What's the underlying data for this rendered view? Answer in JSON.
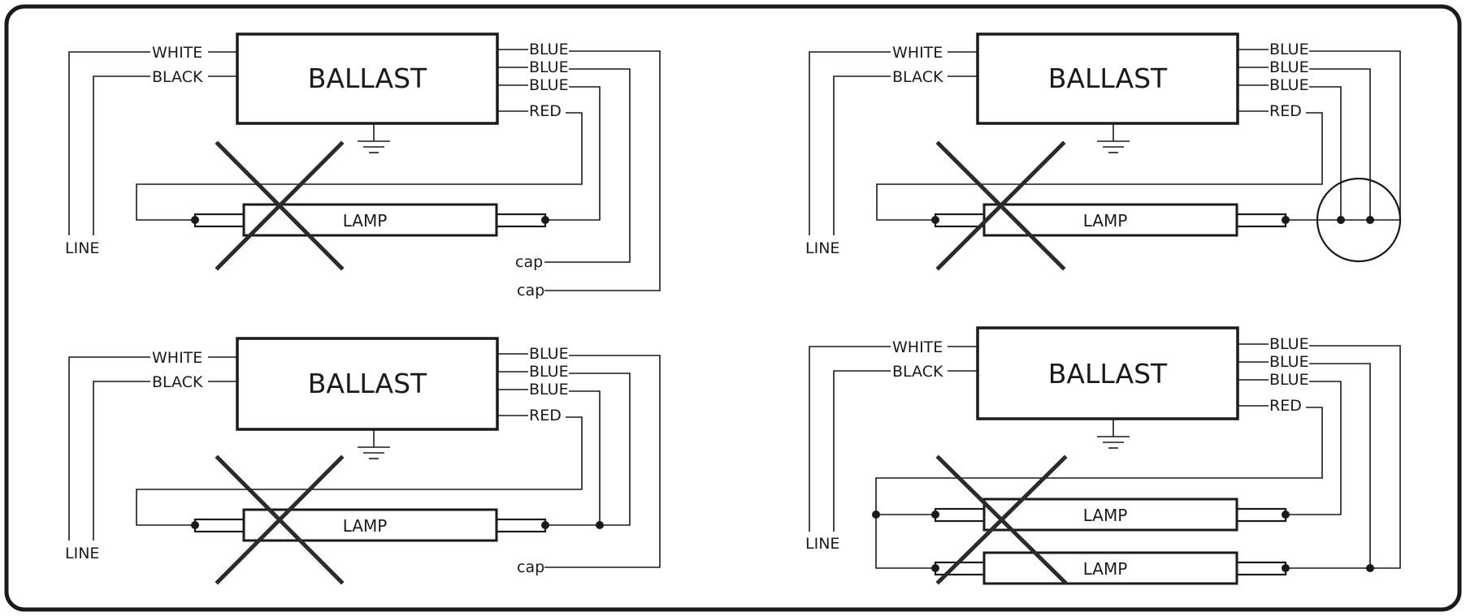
{
  "labels": {
    "ballast": "BALLAST",
    "lamp": "LAMP",
    "line": "LINE",
    "white": "WHITE",
    "black": "BLACK",
    "blue": "BLUE",
    "red": "RED",
    "cap": "cap"
  },
  "diagrams": [
    {
      "id": "top-left",
      "lamps": 1,
      "blue_termination": "two capped leads"
    },
    {
      "id": "top-right",
      "lamps": 1,
      "blue_termination": "wire nut joining blue leads"
    },
    {
      "id": "bottom-left",
      "lamps": 1,
      "blue_termination": "one capped lead"
    },
    {
      "id": "bottom-right",
      "lamps": 2,
      "blue_termination": "none capped"
    }
  ],
  "colors": {
    "line": "#1a1a1a",
    "cross": "#2b2b2b",
    "background": "#ffffff"
  }
}
